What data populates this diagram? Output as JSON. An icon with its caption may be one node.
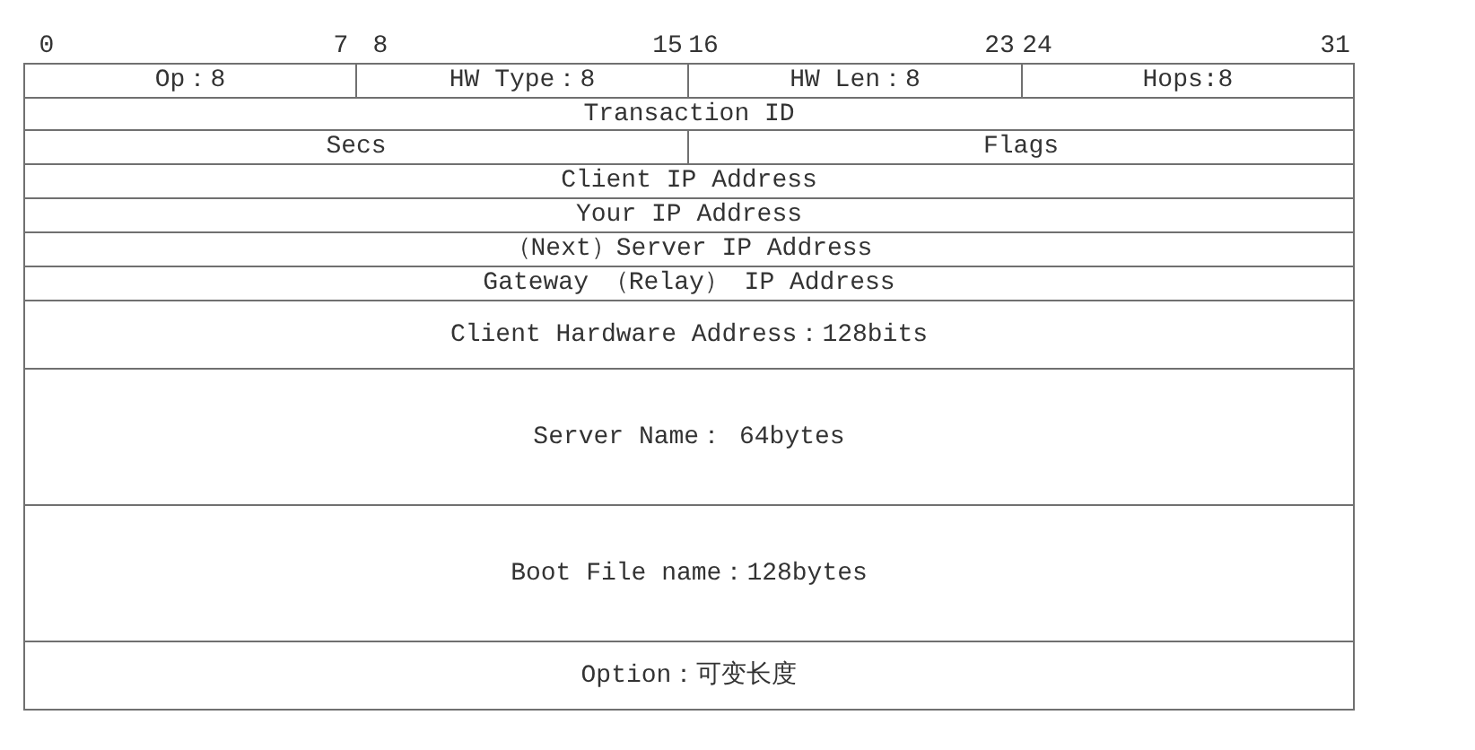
{
  "diagram": {
    "nodes": [
      {
        "text": [
          "Op：8"
        ]
      },
      {
        "text": [
          "HW Type：8"
        ]
      },
      {
        "text": [
          "HW Len：8"
        ]
      },
      {
        "text": [
          "Hops:8"
        ]
      },
      {
        "text": [
          "Transaction ID"
        ]
      },
      {
        "text": [
          "Secs"
        ]
      },
      {
        "text": [
          "Flags"
        ]
      },
      {
        "text": [
          "Client IP Address"
        ]
      },
      {
        "text": [
          "Your IP Address"
        ]
      },
      {
        "text": [
          "（Next）Server IP Address"
        ]
      },
      {
        "text": [
          "Gateway （Relay） IP Address"
        ]
      },
      {
        "text": [
          "Client Hardware Address：128bits"
        ]
      },
      {
        "text": [
          "Server Name： 64bytes"
        ]
      },
      {
        "text": [
          "Boot File name：128bytes"
        ]
      },
      {
        "text": [
          "Option：可变长度"
        ]
      }
    ],
    "edges": [],
    "labels": [
      "0",
      "7",
      "8",
      "15",
      "16",
      "23",
      "24",
      "31"
    ]
  }
}
